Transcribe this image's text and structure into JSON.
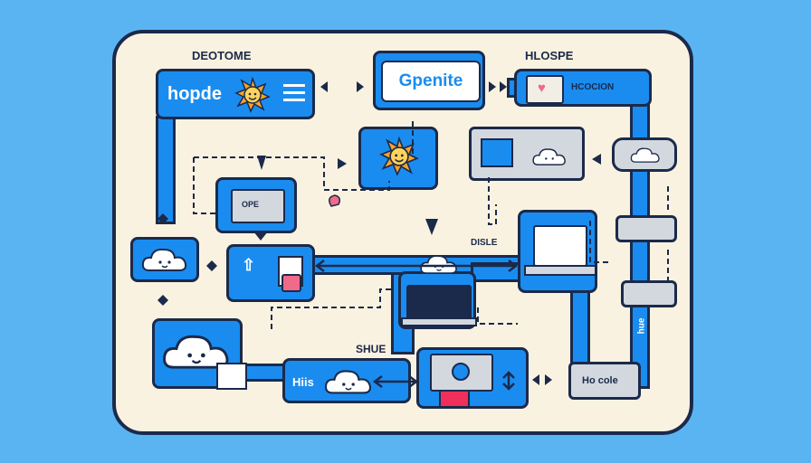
{
  "labels": {
    "top_left": "DEOTOME",
    "top_right": "HLOSPE",
    "middle": "SHUE",
    "right_vertical": "hue"
  },
  "nodes": {
    "hopde": "hopde",
    "gpenite": "Gpenite",
    "hcocion": "HCOCION",
    "ope": "OPE",
    "disle": "DISLE",
    "hiis": "Hiis",
    "hocole": "Ho cole"
  },
  "colors": {
    "background": "#5ab4f2",
    "board": "#faf2e0",
    "node_blue": "#1a8cf0",
    "outline": "#1b2a4a",
    "accent_pink": "#f06a8a",
    "sun": "#f7a22a"
  },
  "icons": [
    "sun-icon",
    "cloud-icon",
    "laptop-icon",
    "server-icon",
    "document-icon",
    "heart-icon",
    "monitor-icon"
  ]
}
